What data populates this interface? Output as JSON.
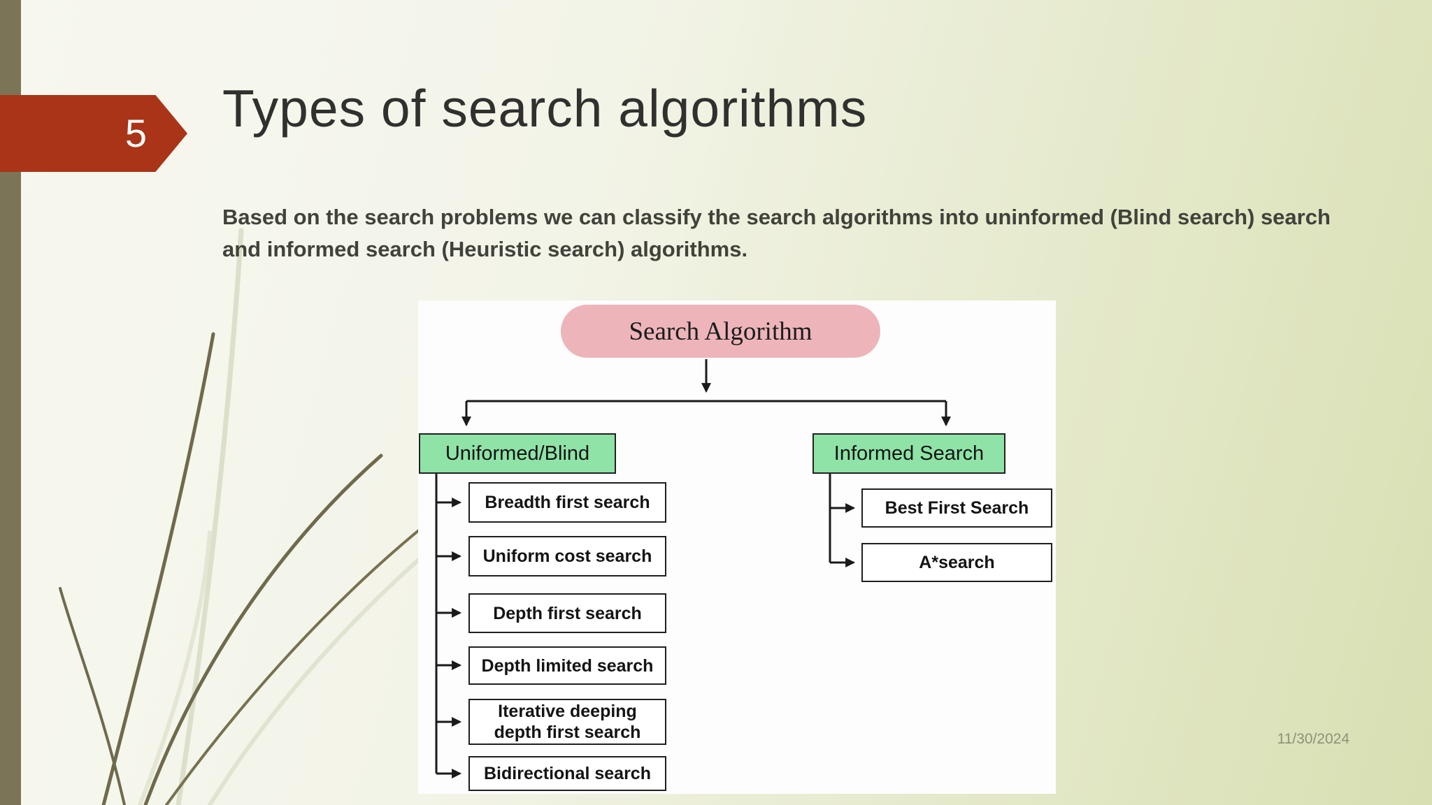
{
  "slide": {
    "page_number": "5",
    "title": "Types of search algorithms",
    "body": "Based on the search problems we can classify the search algorithms into uninformed (Blind search) search and informed search (Heuristic search) algorithms.",
    "date": "11/30/2024"
  },
  "diagram": {
    "root_label": "Search Algorithm",
    "branches": [
      {
        "label": "Uniformed/Blind",
        "children": [
          "Breadth first search",
          "Uniform cost search",
          "Depth first search",
          "Depth limited search",
          "Iterative deeping depth first search",
          "Bidirectional search"
        ]
      },
      {
        "label": "Informed Search",
        "children": [
          "Best First Search",
          "A*search"
        ]
      }
    ]
  },
  "colors": {
    "banner_red": "#a93417",
    "root_pink": "#edb5ba",
    "branch_green": "#8fe3a7",
    "sidebar_olive": "#7b7457",
    "background_cream": "#f6f6ee",
    "background_green": "#d8dfb2",
    "title_text": "#30302e",
    "body_text": "#41423a",
    "date_text": "#8d9279"
  }
}
